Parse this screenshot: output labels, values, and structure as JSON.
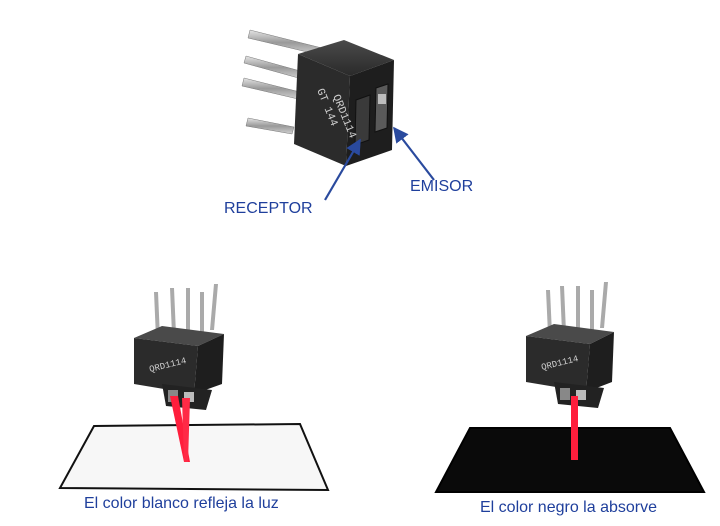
{
  "labels": {
    "receptor": "RECEPTOR",
    "emisor": "EMISOR"
  },
  "sensor": {
    "marking_line1": "QRD1114",
    "marking_line2": "GT 144"
  },
  "captions": {
    "white_surface": "El color blanco refleja la luz",
    "black_surface": "El color negro la absorve"
  },
  "colors": {
    "label_text": "#1f3f9c",
    "arrow": "#2a4a9e",
    "beam": "#ff1e3c",
    "white_surface": "#f7f7f7",
    "black_surface": "#0a0a0a",
    "sensor_body": "#2b2b2b"
  }
}
